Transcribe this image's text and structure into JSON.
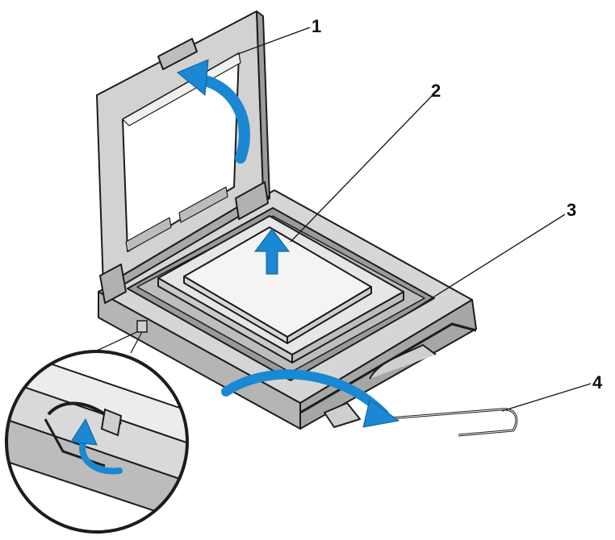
{
  "callouts": {
    "c1": "1",
    "c2": "2",
    "c3": "3",
    "c4": "4"
  },
  "icons": {
    "cover_arrow": "curved-up-arrow-icon",
    "processor_arrow": "straight-up-arrow-icon",
    "lever_arrow": "curved-right-arrow-icon",
    "detail_arrow": "curved-rotate-arrow-icon"
  },
  "colors": {
    "arrow_blue": "#1a88d2",
    "outline": "#1c1c1c",
    "metal_gray": "#cfcfcf",
    "metal_dark": "#8d8d8d",
    "chip_light": "#f3f3f3",
    "background": "#ffffff"
  }
}
